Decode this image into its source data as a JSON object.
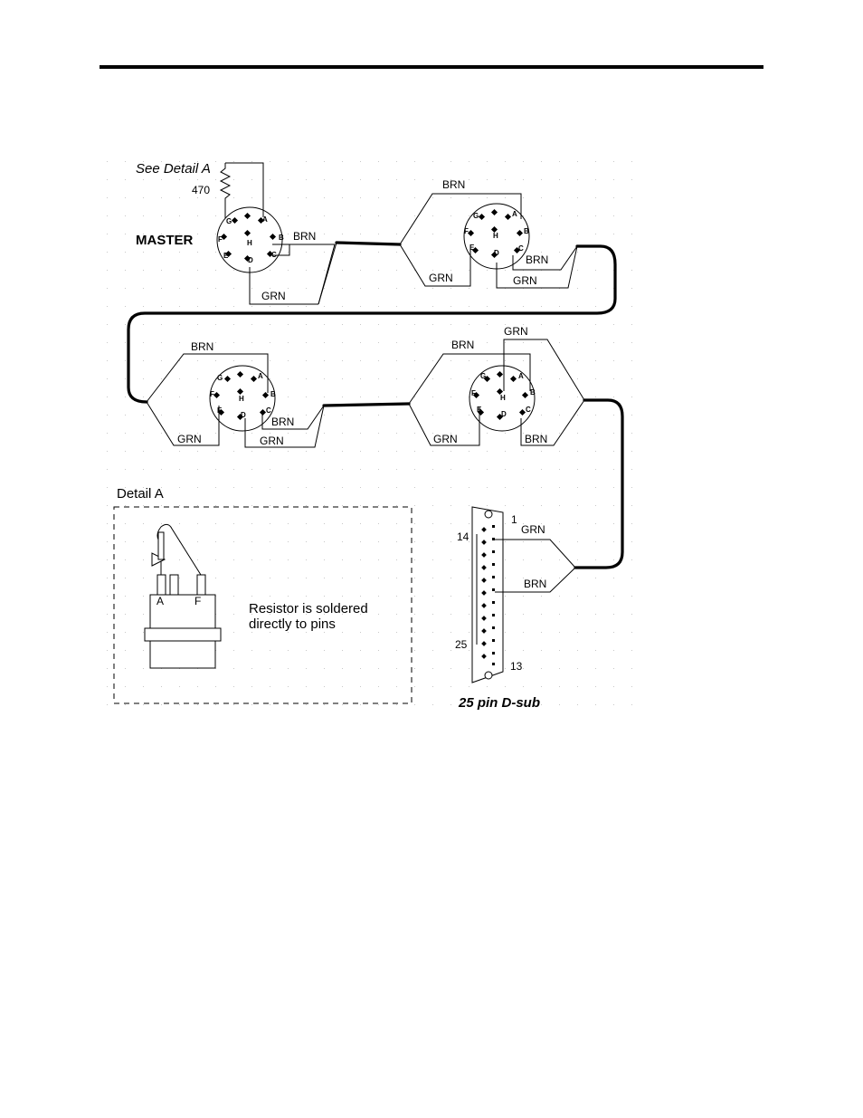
{
  "labels": {
    "see_detail": "See Detail A",
    "resistor_value": "470",
    "master": "MASTER",
    "brn": "BRN",
    "grn": "GRN",
    "detail_title": "Detail A",
    "detail_note_line1": "Resistor is soldered",
    "detail_note_line2": "directly to pins",
    "pin_a": "A",
    "pin_f": "F",
    "dsub_title": "25 pin D-sub",
    "dsub_pin1": "1",
    "dsub_pin13": "13",
    "dsub_pin14": "14",
    "dsub_pin25": "25"
  },
  "connector_pins": [
    "A",
    "B",
    "C",
    "D",
    "E",
    "F",
    "G",
    "H"
  ]
}
